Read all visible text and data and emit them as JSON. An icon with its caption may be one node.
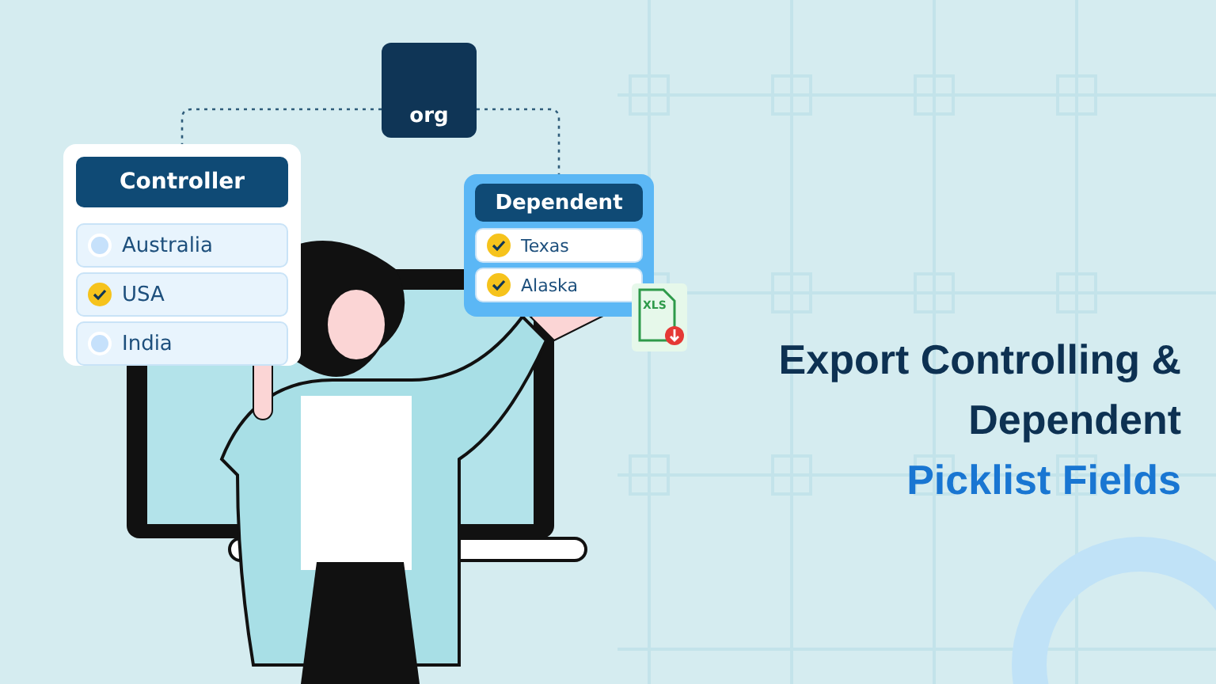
{
  "diagram": {
    "title": "Export Controlling & Dependent",
    "nodes": [
      {
        "text": [
          "org"
        ]
      },
      {
        "text": [
          "Controller"
        ]
      },
      {
        "text": [
          "Australia"
        ],
        "in": 1
      },
      {
        "text": [
          "USA"
        ],
        "in": 1
      },
      {
        "text": [
          "India"
        ],
        "in": 1
      },
      {
        "text": [
          "Dependent"
        ]
      },
      {
        "text": [
          "Texas"
        ],
        "in": 5
      },
      {
        "text": [
          "Alaska"
        ],
        "in": 5
      }
    ],
    "edges": [
      {
        "from": 0,
        "to": 1,
        "arrow": "none",
        "style": "dashed"
      },
      {
        "from": 0,
        "to": 5,
        "arrow": "none",
        "style": "dashed"
      }
    ],
    "labels": [
      "Picklist Fields",
      "XLS"
    ]
  }
}
